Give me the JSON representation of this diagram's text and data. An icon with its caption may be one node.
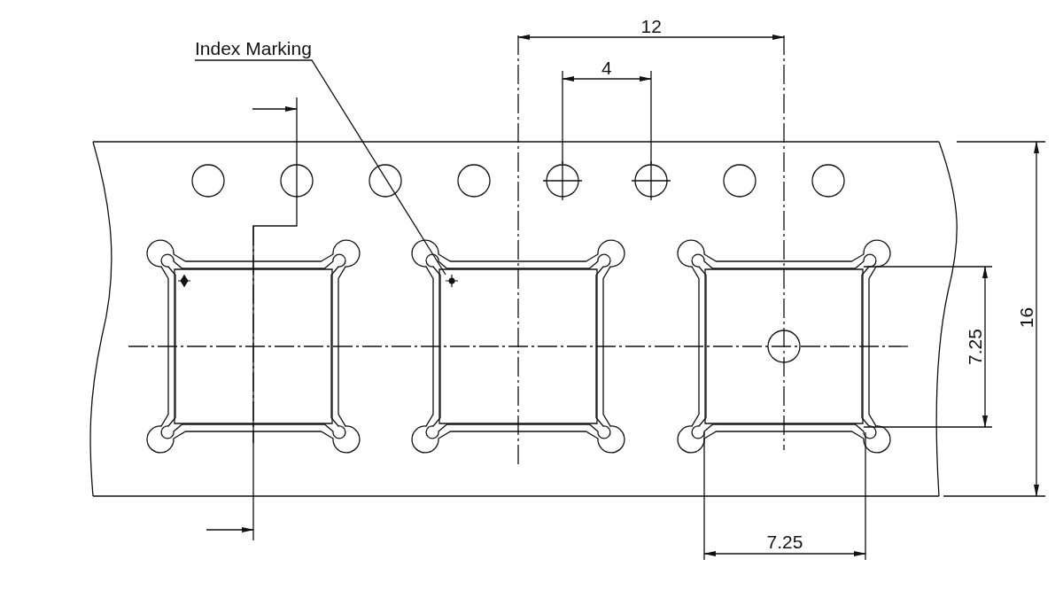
{
  "diagram": {
    "nodes": [
      {
        "text": [
          "Index Marking"
        ]
      },
      {
        "text": [],
        "shape": "circle"
      }
    ],
    "edges": [
      {
        "from": 0,
        "to": 1,
        "arrow": "none"
      }
    ],
    "labels": [
      "12",
      "4",
      "16",
      "7.25",
      "7.25"
    ]
  }
}
